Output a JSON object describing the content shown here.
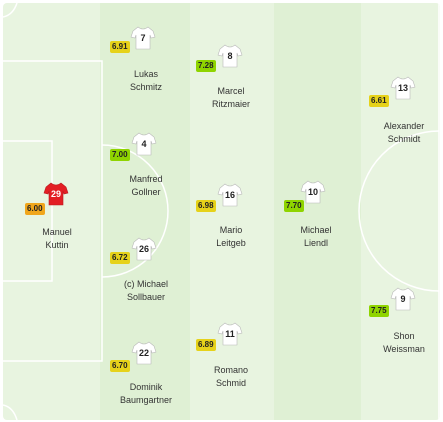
{
  "colors": {
    "pitch": "#e8f4e0",
    "stripe": "#dff0d4",
    "keeper_shirt": "#e31e24",
    "outfield_shirt": "#ffffff",
    "rating_green": "#8fd400",
    "rating_yellow": "#e6d21a",
    "rating_orange": "#f0a61c"
  },
  "players": [
    {
      "id": "kuttin",
      "number": "29",
      "rating": "6.00",
      "name_line1": "Manuel",
      "name_line2": "Kuttin",
      "kit": "keeper",
      "rating_color": "orange"
    },
    {
      "id": "schmitz",
      "number": "7",
      "rating": "6.91",
      "name_line1": "Lukas",
      "name_line2": "Schmitz",
      "kit": "outfield",
      "rating_color": "yellow"
    },
    {
      "id": "gollner",
      "number": "4",
      "rating": "7.00",
      "name_line1": "Manfred",
      "name_line2": "Gollner",
      "kit": "outfield",
      "rating_color": "green"
    },
    {
      "id": "sollbauer",
      "number": "26",
      "rating": "6.72",
      "name_line1": "(c) Michael",
      "name_line2": "Sollbauer",
      "kit": "outfield",
      "rating_color": "yellow"
    },
    {
      "id": "baumgartner",
      "number": "22",
      "rating": "6.70",
      "name_line1": "Dominik",
      "name_line2": "Baumgartner",
      "kit": "outfield",
      "rating_color": "yellow"
    },
    {
      "id": "ritzmaier",
      "number": "8",
      "rating": "7.28",
      "name_line1": "Marcel",
      "name_line2": "Ritzmaier",
      "kit": "outfield",
      "rating_color": "green"
    },
    {
      "id": "leitgeb",
      "number": "16",
      "rating": "6.98",
      "name_line1": "Mario",
      "name_line2": "Leitgeb",
      "kit": "outfield",
      "rating_color": "yellow"
    },
    {
      "id": "schmid",
      "number": "11",
      "rating": "6.89",
      "name_line1": "Romano",
      "name_line2": "Schmid",
      "kit": "outfield",
      "rating_color": "yellow"
    },
    {
      "id": "liendl",
      "number": "10",
      "rating": "7.70",
      "name_line1": "Michael",
      "name_line2": "Liendl",
      "kit": "outfield",
      "rating_color": "green"
    },
    {
      "id": "aschmidt",
      "number": "13",
      "rating": "6.61",
      "name_line1": "Alexander",
      "name_line2": "Schmidt",
      "kit": "outfield",
      "rating_color": "yellow"
    },
    {
      "id": "weissman",
      "number": "9",
      "rating": "7.75",
      "name_line1": "Shon",
      "name_line2": "Weissman",
      "kit": "outfield",
      "rating_color": "green"
    }
  ]
}
